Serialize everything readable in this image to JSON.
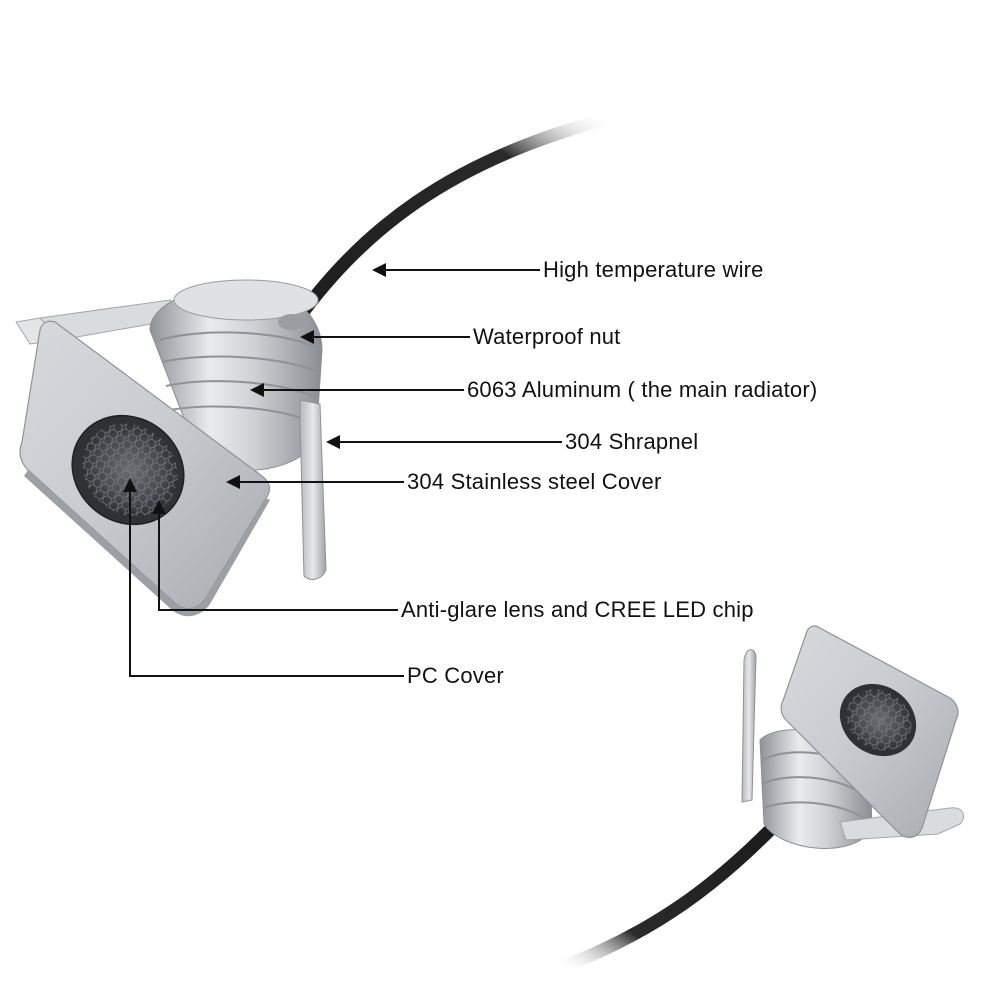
{
  "colors": {
    "background": "#ffffff",
    "text": "#111111",
    "leader_line": "#111111",
    "cable": "#1c1c1c",
    "steel_light": "#e4e6e8",
    "steel_mid": "#b9bdc1",
    "steel_dark": "#8d9196",
    "lens": "#4b4e52"
  },
  "callouts": [
    {
      "id": "high-temperature-wire",
      "label": "High temperature wire"
    },
    {
      "id": "waterproof-nut",
      "label": "Waterproof nut"
    },
    {
      "id": "aluminum-radiator",
      "label": "6063 Aluminum ( the main radiator)"
    },
    {
      "id": "shrapnel",
      "label": "304 Shrapnel"
    },
    {
      "id": "stainless-cover",
      "label": "304 Stainless steel Cover"
    },
    {
      "id": "lens-and-chip",
      "label": "Anti-glare lens and CREE LED chip"
    },
    {
      "id": "pc-cover",
      "label": "PC Cover"
    }
  ]
}
